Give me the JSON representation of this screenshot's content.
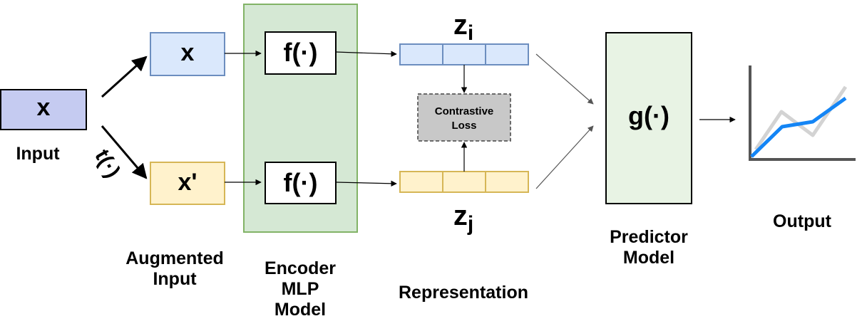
{
  "input": {
    "box_text": "x",
    "label": "Input"
  },
  "transform": {
    "label": "t(·)"
  },
  "augmented": {
    "top_text": "x",
    "bottom_text": "x'",
    "label_line1": "Augmented",
    "label_line2": "Input"
  },
  "encoder": {
    "top_func": "f(·)",
    "bottom_func": "f(·)",
    "label_line1": "Encoder",
    "label_line2": "MLP",
    "label_line3": "Model"
  },
  "representation": {
    "zi_main": "z",
    "zi_sub": "i",
    "zj_main": "z",
    "zj_sub": "j",
    "label": "Representation"
  },
  "loss": {
    "line1": "Contrastive",
    "line2": "Loss"
  },
  "predictor": {
    "func": "g(·)",
    "label_line1": "Predictor",
    "label_line2": "Model"
  },
  "output": {
    "label": "Output"
  },
  "colors": {
    "input_fill": "#c5cbf1",
    "aug_top_fill": "#dae8fc",
    "aug_top_stroke": "#6c8ebf",
    "aug_bottom_fill": "#fff2cc",
    "aug_bottom_stroke": "#d6b656",
    "encoder_fill": "#d5e8d4",
    "encoder_stroke": "#82b366",
    "predictor_fill": "#e8f3e4",
    "loss_fill": "#c8c8c8",
    "output_line": "#1485f5",
    "output_ghost": "#d3d3d3"
  }
}
